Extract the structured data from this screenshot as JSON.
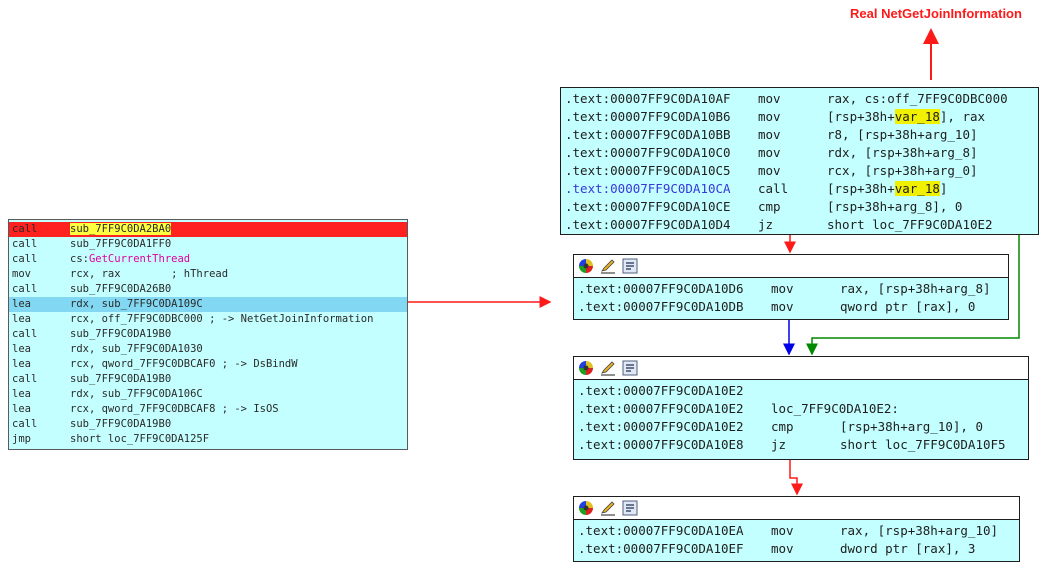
{
  "caption": "Real NetGetJoinInformation",
  "left_listing": [
    {
      "mnem": "call",
      "op": "sub_7FF9C0DA2BA0"
    },
    {
      "mnem": "call",
      "op": "sub_7FF9C0DA1FF0"
    },
    {
      "mnem": "call",
      "op_prefix": "cs:",
      "op_func": "GetCurrentThread"
    },
    {
      "mnem": "mov",
      "op": "rcx, rax        ; hThread"
    },
    {
      "mnem": "call",
      "op": "sub_7FF9C0DA26B0"
    },
    {
      "mnem": "lea",
      "op": "rdx, sub_7FF9C0DA109C"
    },
    {
      "mnem": "lea",
      "op": "rcx, off_7FF9C0DBC000 ; -> NetGetJoinInformation"
    },
    {
      "mnem": "call",
      "op": "sub_7FF9C0DA19B0"
    },
    {
      "mnem": "lea",
      "op": "rdx, sub_7FF9C0DA1030"
    },
    {
      "mnem": "lea",
      "op": "rcx, qword_7FF9C0DBCAF0 ; -> DsBindW"
    },
    {
      "mnem": "call",
      "op": "sub_7FF9C0DA19B0"
    },
    {
      "mnem": "lea",
      "op": "rdx, sub_7FF9C0DA106C"
    },
    {
      "mnem": "lea",
      "op": "rcx, qword_7FF9C0DBCAF8 ; -> IsOS"
    },
    {
      "mnem": "call",
      "op": "sub_7FF9C0DA19B0"
    },
    {
      "mnem": "jmp",
      "op": "short loc_7FF9C0DA125F"
    }
  ],
  "node_top": [
    {
      "addr": ".text:00007FF9C0DA10AF",
      "mnem": "mov",
      "op": [
        "rax, cs:off_7FF9C0DBC000"
      ]
    },
    {
      "addr": ".text:00007FF9C0DA10B6",
      "mnem": "mov",
      "op": [
        "[rsp+38h+",
        "var_18",
        "], rax"
      ]
    },
    {
      "addr": ".text:00007FF9C0DA10BB",
      "mnem": "mov",
      "op": [
        "r8, [rsp+38h+arg_10]"
      ]
    },
    {
      "addr": ".text:00007FF9C0DA10C0",
      "mnem": "mov",
      "op": [
        "rdx, [rsp+38h+arg_8]"
      ]
    },
    {
      "addr": ".text:00007FF9C0DA10C5",
      "mnem": "mov",
      "op": [
        "rcx, [rsp+38h+arg_0]"
      ]
    },
    {
      "addr": ".text:00007FF9C0DA10CA",
      "mnem": "call",
      "op": [
        "[rsp+38h+",
        "var_18",
        "]"
      ]
    },
    {
      "addr": ".text:00007FF9C0DA10CE",
      "mnem": "cmp",
      "op": [
        "[rsp+38h+arg_8], 0"
      ]
    },
    {
      "addr": ".text:00007FF9C0DA10D4",
      "mnem": "jz",
      "op": [
        "short loc_7FF9C0DA10E2"
      ]
    }
  ],
  "node_2": [
    {
      "addr": ".text:00007FF9C0DA10D6",
      "mnem": "mov",
      "op": "rax, [rsp+38h+arg_8]"
    },
    {
      "addr": ".text:00007FF9C0DA10DB",
      "mnem": "mov",
      "op": "qword ptr [rax], 0"
    }
  ],
  "node_3": [
    {
      "addr": ".text:00007FF9C0DA10E2",
      "mnem": "",
      "op": ""
    },
    {
      "addr": ".text:00007FF9C0DA10E2",
      "mnem": "loc_7FF9C0DA10E2:",
      "op": ""
    },
    {
      "addr": ".text:00007FF9C0DA10E2",
      "mnem": "cmp",
      "op": "[rsp+38h+arg_10], 0"
    },
    {
      "addr": ".text:00007FF9C0DA10E8",
      "mnem": "jz",
      "op": "short loc_7FF9C0DA10F5"
    }
  ],
  "node_4": [
    {
      "addr": ".text:00007FF9C0DA10EA",
      "mnem": "mov",
      "op": "rax, [rsp+38h+arg_10]"
    },
    {
      "addr": ".text:00007FF9C0DA10EF",
      "mnem": "mov",
      "op": "dword ptr [rax], 3"
    }
  ],
  "icons": [
    "palette-icon",
    "rename-icon",
    "graph-icon"
  ],
  "colors": {
    "accent_red": "#ff1a1a",
    "node_bg": "#c4ffff",
    "highlight_yellow": "#f0f000",
    "edge_blue": "#0000e8",
    "edge_green": "#008800",
    "row_red": "#ff2020",
    "row_blue": "#82d8f2"
  }
}
